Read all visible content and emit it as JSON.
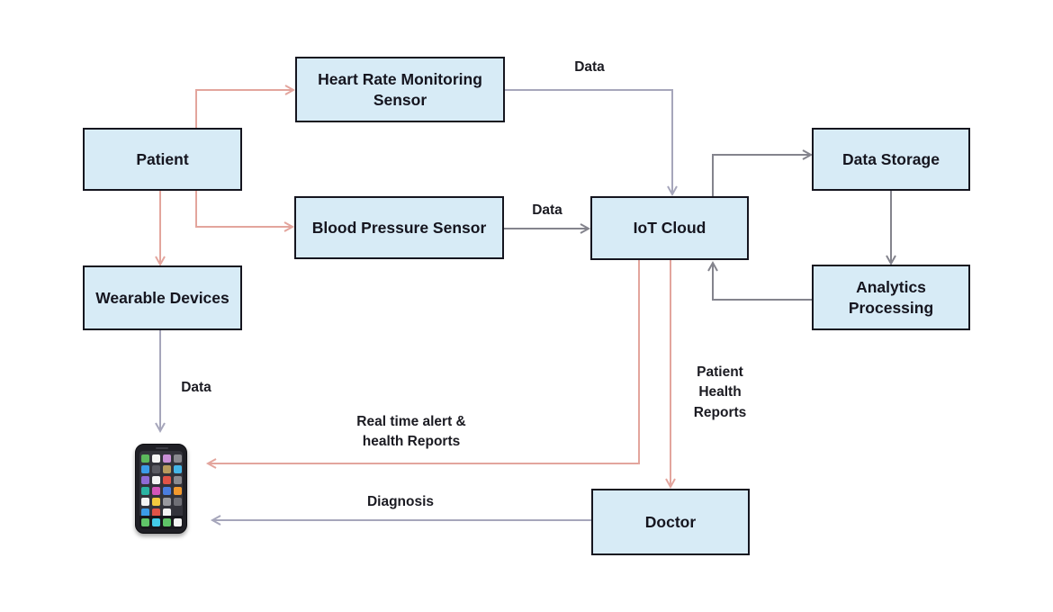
{
  "nodes": {
    "patient": {
      "label": "Patient"
    },
    "heart_rate": {
      "label": "Heart Rate Monitoring Sensor"
    },
    "blood_pressure": {
      "label": "Blood Pressure Sensor"
    },
    "wearable": {
      "label": "Wearable Devices"
    },
    "iot_cloud": {
      "label": "IoT Cloud"
    },
    "data_storage": {
      "label": "Data Storage"
    },
    "analytics": {
      "label": "Analytics Processing"
    },
    "doctor": {
      "label": "Doctor"
    }
  },
  "edges": [
    {
      "from": "Patient",
      "to": "Heart Rate Monitoring Sensor",
      "label": "",
      "color_key": "coral_line"
    },
    {
      "from": "Patient",
      "to": "Blood Pressure Sensor",
      "label": "",
      "color_key": "coral_line"
    },
    {
      "from": "Patient",
      "to": "Wearable Devices",
      "label": "",
      "color_key": "coral_line"
    },
    {
      "from": "Heart Rate Monitoring Sensor",
      "to": "IoT Cloud",
      "label": "Data",
      "color_key": "lavender_line"
    },
    {
      "from": "Blood Pressure Sensor",
      "to": "IoT Cloud",
      "label": "Data",
      "color_key": "gray_line"
    },
    {
      "from": "Wearable Devices",
      "to": "Smartphone",
      "label": "Data",
      "color_key": "lavender_line"
    },
    {
      "from": "IoT Cloud",
      "to": "Data Storage",
      "label": "",
      "color_key": "gray_line"
    },
    {
      "from": "Data Storage",
      "to": "Analytics Processing",
      "label": "",
      "color_key": "gray_line"
    },
    {
      "from": "Analytics Processing",
      "to": "IoT Cloud",
      "label": "",
      "color_key": "gray_line"
    },
    {
      "from": "IoT Cloud",
      "to": "Smartphone",
      "label": "Real time alert &\nhealth Reports",
      "color_key": "coral_line"
    },
    {
      "from": "IoT Cloud",
      "to": "Doctor",
      "label": "Patient\nHealth\nReports",
      "color_key": "coral_line"
    },
    {
      "from": "Doctor",
      "to": "Smartphone",
      "label": "Diagnosis",
      "color_key": "lavender_line"
    }
  ],
  "colors": {
    "node_fill": "#d7ebf6",
    "node_border": "#15151f",
    "text": "#1b1b22",
    "coral_line": "#e3a59d",
    "lavender_line": "#a6a6bb",
    "gray_line": "#84848d"
  },
  "phone": {
    "icon_name": "smartphone-icon",
    "app_icon_colors": [
      "#5cb85c",
      "#f4f4f4",
      "#c98fd6",
      "#8a8a90",
      "#3b9ce8",
      "#5a5a62",
      "#b89b5e",
      "#45b6e8",
      "#8f6bd6",
      "#f4f4f4",
      "#e05347",
      "#8a8a90",
      "#2bb3a3",
      "#d355b8",
      "#4a7de0",
      "#f2992e",
      "#f4f4f4",
      "#f3c93f",
      "#9a9aa0",
      "#6f6f76",
      "#3b9ce8",
      "#e05347",
      "#f4f4f4",
      ""
    ],
    "dock_icon_colors": [
      "#5fc468",
      "#43cbe8",
      "#5fc468",
      "#f4f4f4"
    ]
  }
}
